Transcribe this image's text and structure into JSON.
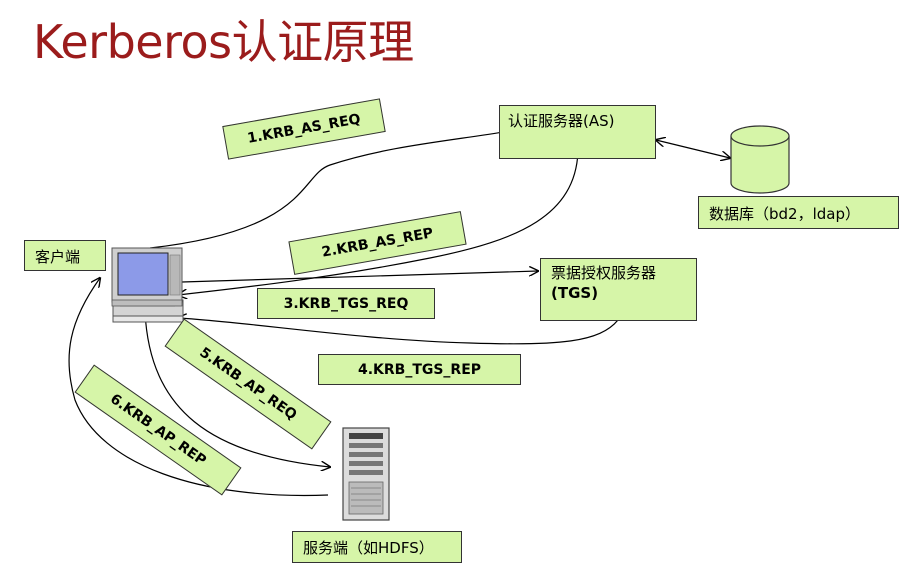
{
  "title": "Kerberos认证原理",
  "nodes": {
    "as": "认证服务器(AS)",
    "tgs_line1": "票据授权服务器",
    "tgs_line2": "(TGS)",
    "db": "数据库（bd2，ldap）",
    "client": "客户端",
    "server": "服务端（如HDFS）"
  },
  "messages": {
    "m1": "1.KRB_AS_REQ",
    "m2": "2.KRB_AS_REP",
    "m3": "3.KRB_TGS_REQ",
    "m4": "4.KRB_TGS_REP",
    "m5": "5.KRB_AP_REQ",
    "m6": "6.KRB_AP_REP"
  }
}
